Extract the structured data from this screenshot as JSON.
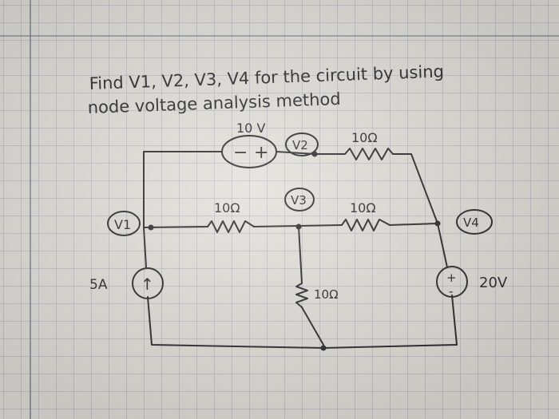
{
  "problem": {
    "line1": "Find V1, V2, V3, V4 for the circuit by using",
    "line2": "node voltage analysis method"
  },
  "circuit": {
    "nodes": {
      "v1": "V1",
      "v2": "V2",
      "v3": "V3",
      "v4": "V4"
    },
    "voltage_source_top": {
      "value": "10 V",
      "minus": "−",
      "plus": "+"
    },
    "resistor_top_right": "10Ω",
    "resistor_mid_left": "10Ω",
    "resistor_mid_right": "10Ω",
    "resistor_vertical": "10Ω",
    "current_source": {
      "value": "5A",
      "arrow": "↑"
    },
    "voltage_source_right": {
      "value": "20V",
      "plus": "+",
      "minus": "-"
    }
  }
}
